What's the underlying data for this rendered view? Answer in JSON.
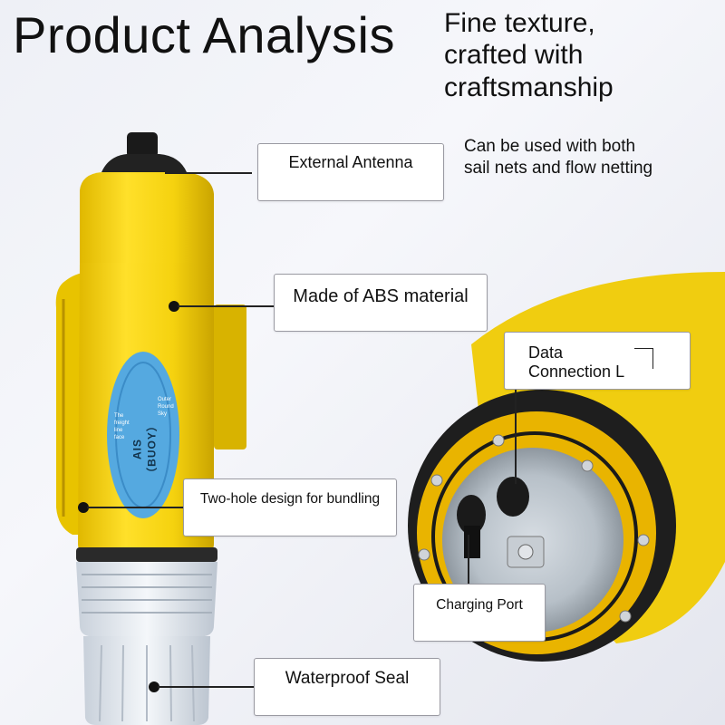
{
  "header": {
    "title": "Product Analysis",
    "tagline_lines": [
      "Fine texture,",
      "crafted with",
      "craftsmanship"
    ],
    "usage_lines": [
      "Can be used with both",
      "sail nets and flow netting"
    ]
  },
  "callouts": {
    "external_antenna": "External Antenna",
    "abs_material": "Made of ABS material",
    "data_connection_lines": [
      "Data",
      "Connection L"
    ],
    "two_hole": "Two-hole design for bundling",
    "charging_port": "Charging Port",
    "waterproof_seal": "Waterproof Seal"
  },
  "device_label": {
    "brand": "AIS（BUOY）",
    "note_left": [
      "The",
      "freight",
      "line",
      "face"
    ],
    "note_right": [
      "Outer",
      "Round",
      "Sky"
    ]
  },
  "colors": {
    "body_yellow": "#f5d20f",
    "body_yellow_dark": "#d9b400",
    "label_blue": "#55a9e0",
    "clear_cap": "#dfe6ee",
    "rubber_black": "#1a1a1a"
  }
}
